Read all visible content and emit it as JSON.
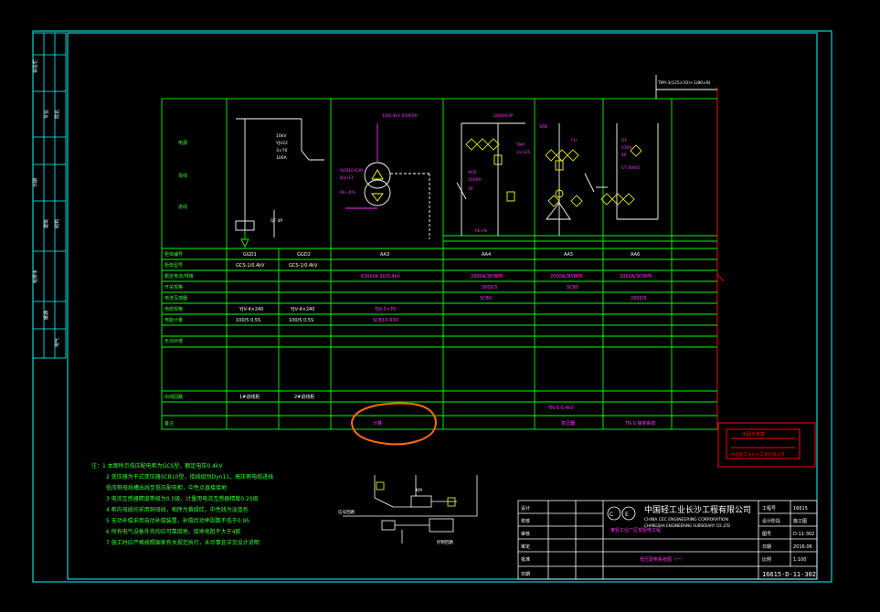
{
  "colors": {
    "frame": "#00ffff",
    "grid": "#00ff00",
    "label": "#33ff33",
    "accent": "#ff33ff",
    "white": "#ffffff",
    "red": "#ff0000",
    "orange": "#ff6a1a",
    "yellow": "#ffff00"
  },
  "row_labels": [
    "柜体编号",
    "柜体型号",
    "额定电流/规格",
    "开关规格",
    "电流互感器",
    "电缆规格",
    "电能计量",
    "无功补偿",
    "出线回路",
    "备注"
  ],
  "left_labels": [
    "电源",
    "母线",
    "进线"
  ],
  "col_codes": [
    "GGD1",
    "GGD2",
    "AA3",
    "AA4",
    "AA5",
    "AA6"
  ],
  "col_types": [
    "GCS-1/0.4kV",
    "GCS-1/0.4kV"
  ],
  "col_specs": [
    "630kVA 10/0.4kV",
    "2000A/3P/BPR",
    "2000A/3P/BPR",
    "2000A/3P/BPR"
  ],
  "ct_specs": [
    "",
    "2000/5",
    "",
    "2000/5"
  ],
  "remarks": [
    "计量",
    "变压器",
    "TN-S 接地系统"
  ],
  "notes": [
    "注：1 本图所示低压配电柜为GCS型，额定电压0.4kV",
    "2 变压器为干式变压器SCB10型，接线组别Dyn11，高压侧电缆进线",
    "  低压侧母线槽出线至低压配电柜，中性点直接接地",
    "3 电流互感器精度等级为0.5级，计量用电流互感器精度0.2S级",
    "4 柜内母线均采用铜母线，相序为黄绿红，中性线为淡蓝色",
    "5 无功补偿采用自动补偿装置，补偿后功率因数不低于0.95",
    "6 所有电气设备外壳均应可靠接地，接地电阻不大于4欧",
    "7 施工时应严格按照国家有关规范执行，未尽事宜详见设计说明"
  ],
  "company": {
    "cn": "中国轻工业长沙工程有限公司",
    "en1": "CHINA CEC ENGINEERING CORPORATION",
    "en2": "CHANGSHA ENGINEERING SUBSIDIARY CO.,LTD"
  },
  "title_block": {
    "project": "某轻工业厂区变配电工程",
    "drawing_title": "低压配电系统图（一）",
    "drawing_no": "16615-D-11-302",
    "fields": [
      "工程号",
      "设计阶段",
      "图号",
      "日期",
      "比例"
    ],
    "values": [
      "16615",
      "施工图",
      "D-11-302",
      "2016.06",
      "1:100"
    ]
  },
  "top_label": "TMY-3(125×10)+1(80×8)",
  "stamp": {
    "lines": [
      "出图专用章",
      "中国轻工业长沙工程有限公司"
    ]
  }
}
